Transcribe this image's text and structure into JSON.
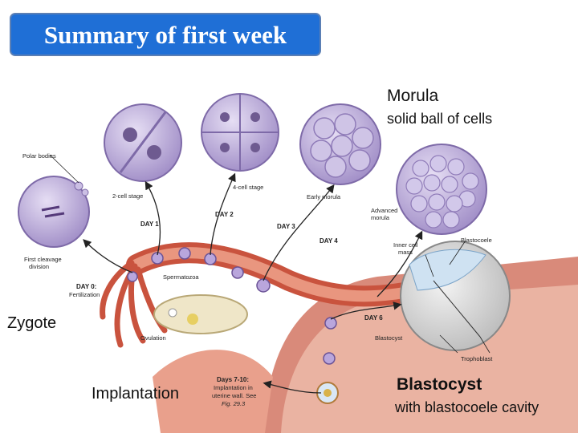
{
  "header": {
    "title": "Summary of first week"
  },
  "labels": {
    "morula": "Morula",
    "morula_desc": "solid ball of cells",
    "zygote": "Zygote",
    "implantation": "Implantation",
    "blastocyst": "Blastocyst",
    "blastocyst_desc": "with blastocoele cavity"
  },
  "figure": {
    "polar_bodies": "Polar bodies",
    "two_cell": "2-cell stage",
    "four_cell": "4-cell stage",
    "early_morula": "Early morula",
    "advanced_morula_1": "Advanced",
    "advanced_morula_2": "morula",
    "day1": "DAY 1",
    "day2": "DAY 2",
    "day3": "DAY 3",
    "day4": "DAY 4",
    "day6": "DAY 6",
    "day0": "DAY 0:",
    "fertilization": "Fertilization",
    "first_cleavage_1": "First cleavage",
    "first_cleavage_2": "division",
    "spermatozoa": "Spermatozoa",
    "ovulation": "Ovulation",
    "inner_cell_1": "Inner cell",
    "inner_cell_2": "mass",
    "blastocoele": "Blastocoele",
    "blastocyst_small": "Blastocyst",
    "trophoblast": "Trophoblast",
    "days_7_10": "Days 7-10:",
    "implant_1": "Implantation in",
    "implant_2": "uterine wall. See",
    "implant_3": "Fig. 29.3"
  },
  "colors": {
    "title_bg": "#1f6fd6",
    "cell_fill": "#bfb0dc",
    "cell_edge": "#7e6aa8",
    "tube": "#d4705a",
    "ovary": "#efe6c8"
  }
}
